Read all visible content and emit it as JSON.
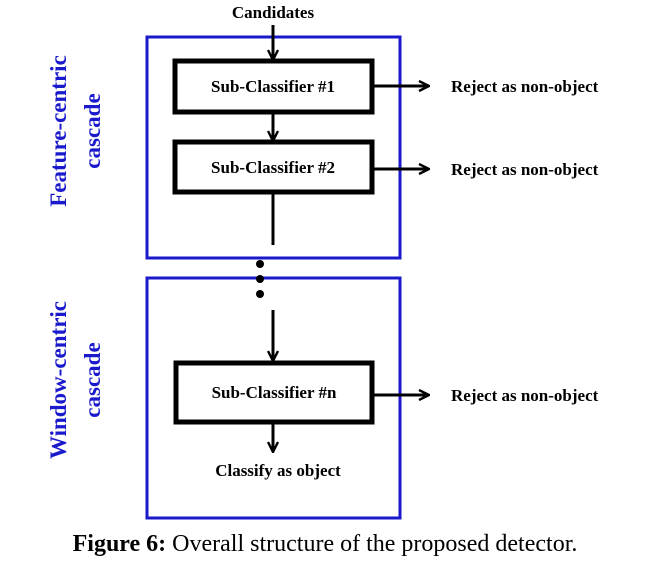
{
  "diagram": {
    "input_label": "Candidates",
    "groups": [
      {
        "label_line1": "Feature-centric",
        "label_line2": "cascade"
      },
      {
        "label_line1": "Window-centric",
        "label_line2": "cascade"
      }
    ],
    "classifiers": [
      {
        "label": "Sub-Classifier #1",
        "reject_label": "Reject as non-object"
      },
      {
        "label": "Sub-Classifier #2",
        "reject_label": "Reject as non-object"
      },
      {
        "label": "Sub-Classifier #n",
        "reject_label": "Reject as non-object"
      }
    ],
    "output_label": "Classify as object",
    "colors": {
      "frame": "#1a1acc",
      "box": "#000000"
    }
  },
  "caption": {
    "prefix": "Figure 6:",
    "text": " Overall structure of the proposed detector."
  }
}
